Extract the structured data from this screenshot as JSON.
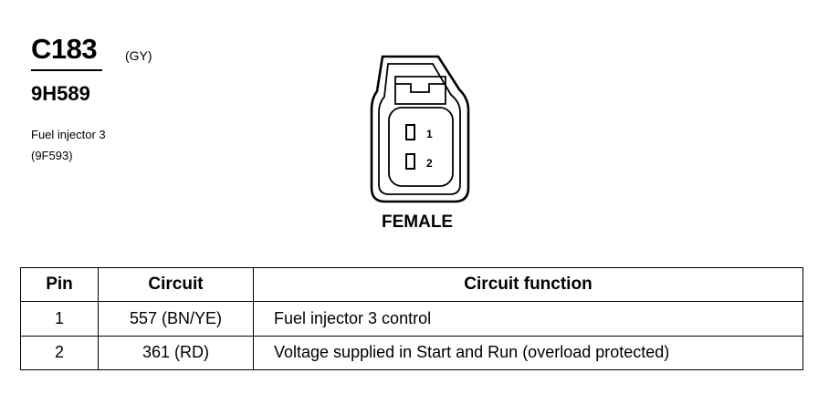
{
  "connector": {
    "id": "C183",
    "color_code": "(GY)",
    "part_number": "9H589",
    "component_name": "Fuel injector 3",
    "component_code": "(9F593)"
  },
  "diagram": {
    "gender": "FEMALE",
    "pin_labels": [
      "1",
      "2"
    ]
  },
  "table": {
    "headers": [
      "Pin",
      "Circuit",
      "Circuit function"
    ],
    "rows": [
      {
        "pin": "1",
        "circuit": "557 (BN/YE)",
        "function": "Fuel injector 3  control"
      },
      {
        "pin": "2",
        "circuit": "361 (RD)",
        "function": "Voltage supplied in Start and Run (overload protected)"
      }
    ]
  }
}
